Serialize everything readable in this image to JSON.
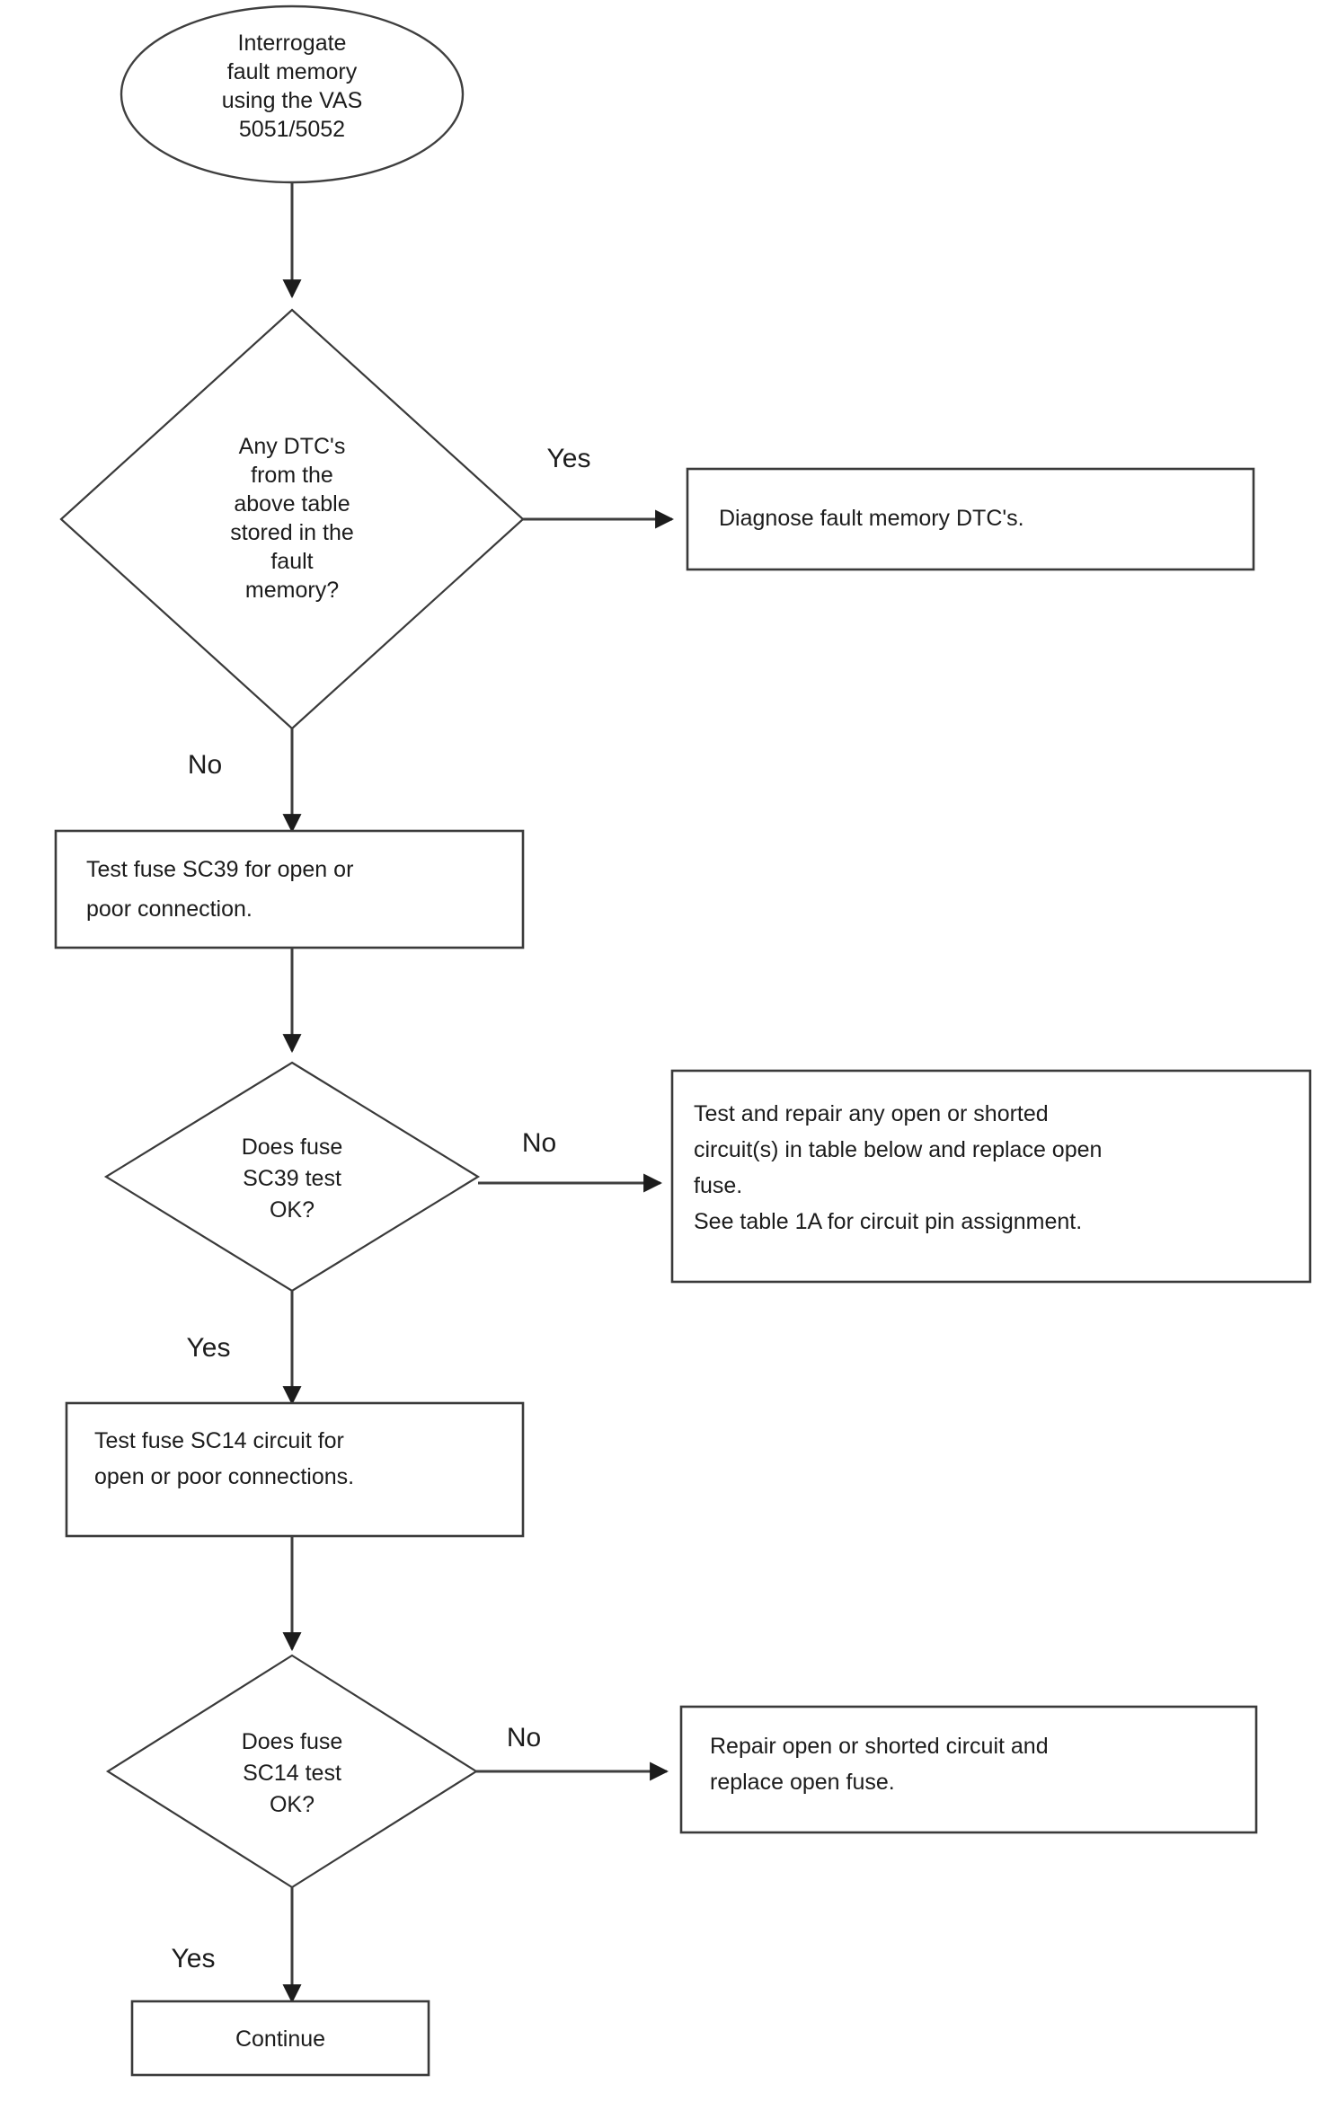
{
  "diagram": {
    "title": "Fuse SC39 / SC14 diagnostic flowchart",
    "colors": {
      "background": "#ffffff",
      "stroke": "#3f3f3f",
      "text": "#1c1c1c"
    },
    "nodes": {
      "start": {
        "type": "terminator-ellipse",
        "lines": [
          "Interrogate",
          "fault memory",
          "using the VAS",
          "5051/5052"
        ]
      },
      "decision_dtc": {
        "type": "decision-diamond",
        "lines": [
          "Any DTC's",
          "from the",
          "above table",
          "stored in the",
          "fault",
          "memory?"
        ]
      },
      "diagnose_dtc": {
        "type": "process-box",
        "lines": [
          "Diagnose fault memory DTC's."
        ]
      },
      "test_sc39": {
        "type": "process-box",
        "lines": [
          "Test fuse SC39 for open or",
          "poor connection."
        ]
      },
      "decision_sc39": {
        "type": "decision-diamond",
        "lines": [
          "Does fuse",
          "SC39 test",
          "OK?"
        ]
      },
      "repair_sc39": {
        "type": "process-box",
        "lines": [
          "Test and repair any open or shorted",
          "circuit(s) in table below and replace open",
          "fuse.",
          "See table 1A for circuit pin assignment."
        ]
      },
      "test_sc14": {
        "type": "process-box",
        "lines": [
          "Test fuse SC14 circuit for",
          "open or poor connections."
        ]
      },
      "decision_sc14": {
        "type": "decision-diamond",
        "lines": [
          "Does fuse",
          "SC14  test",
          "OK?"
        ]
      },
      "repair_sc14": {
        "type": "process-box",
        "lines": [
          "Repair open or shorted circuit and",
          "replace open fuse."
        ]
      },
      "continue": {
        "type": "process-box",
        "lines": [
          "Continue"
        ]
      }
    },
    "branch_labels": {
      "dtc_yes": "Yes",
      "dtc_no": "No",
      "sc39_no": "No",
      "sc39_yes": "Yes",
      "sc14_no": "No",
      "sc14_yes": "Yes"
    }
  }
}
